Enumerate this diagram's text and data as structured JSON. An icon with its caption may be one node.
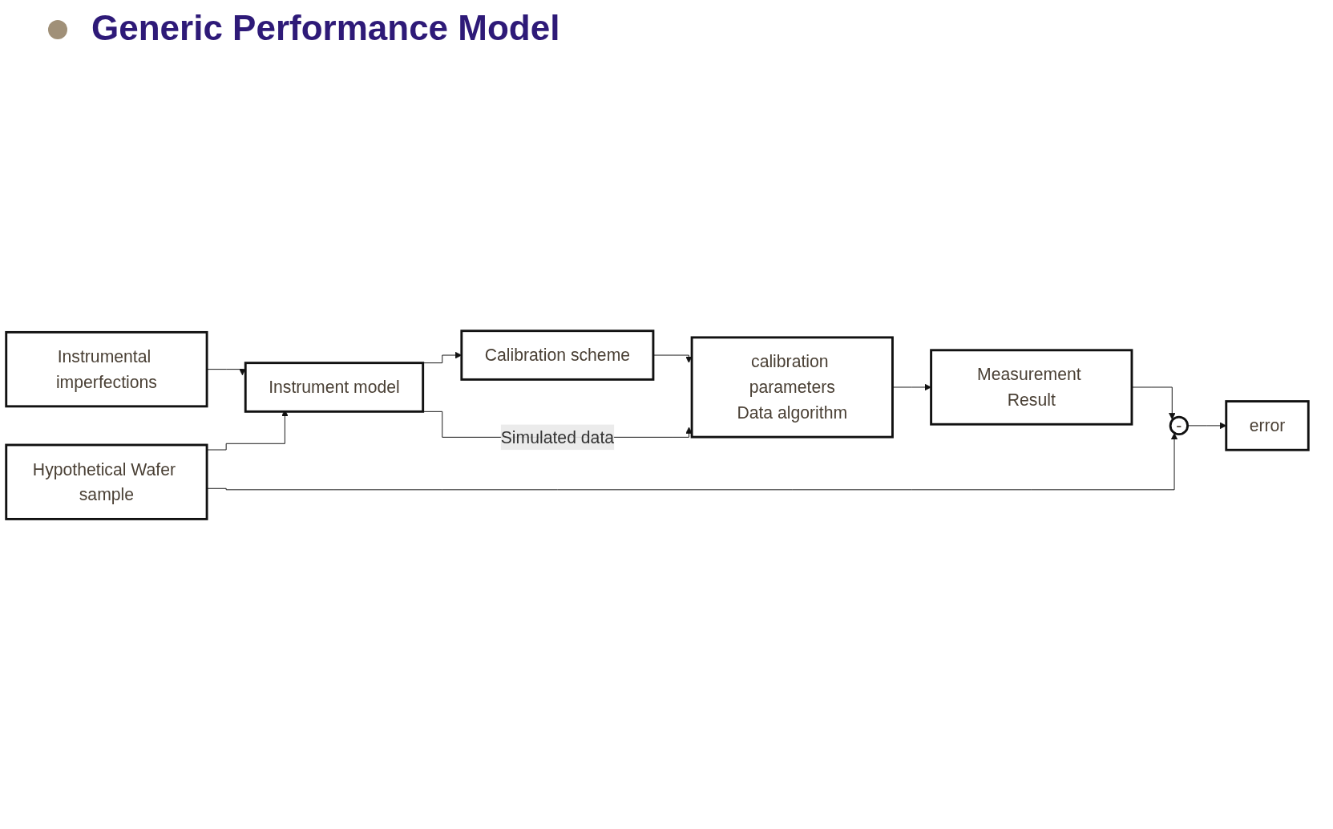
{
  "diagram": {
    "title": "Generic Performance Model",
    "nodes": [
      {
        "text": [
          "Instrumental imperfections"
        ]
      },
      {
        "text": [
          "Hypothetical Wafer sample"
        ]
      },
      {
        "text": [
          "Instrument model"
        ]
      },
      {
        "text": [
          "Calibration scheme"
        ]
      },
      {
        "text": [
          "calibration parameters",
          "Data algorithm"
        ]
      },
      {
        "text": [
          "Measurement Result"
        ]
      },
      {
        "text": [
          "-"
        ]
      },
      {
        "text": [
          "error"
        ]
      }
    ],
    "edges": [
      {
        "from": 0,
        "to": 2,
        "arrow": "to"
      },
      {
        "from": 1,
        "to": 2,
        "arrow": "to"
      },
      {
        "from": 2,
        "to": 3,
        "arrow": "to"
      },
      {
        "from": 2,
        "to": 4,
        "arrow": "to",
        "label": "Simulated data"
      },
      {
        "from": 3,
        "to": 4,
        "arrow": "to"
      },
      {
        "from": 4,
        "to": 5,
        "arrow": "to"
      },
      {
        "from": 1,
        "to": 6,
        "arrow": "to"
      },
      {
        "from": 5,
        "to": 6,
        "arrow": "to"
      },
      {
        "from": 6,
        "to": 7,
        "arrow": "to"
      }
    ]
  }
}
